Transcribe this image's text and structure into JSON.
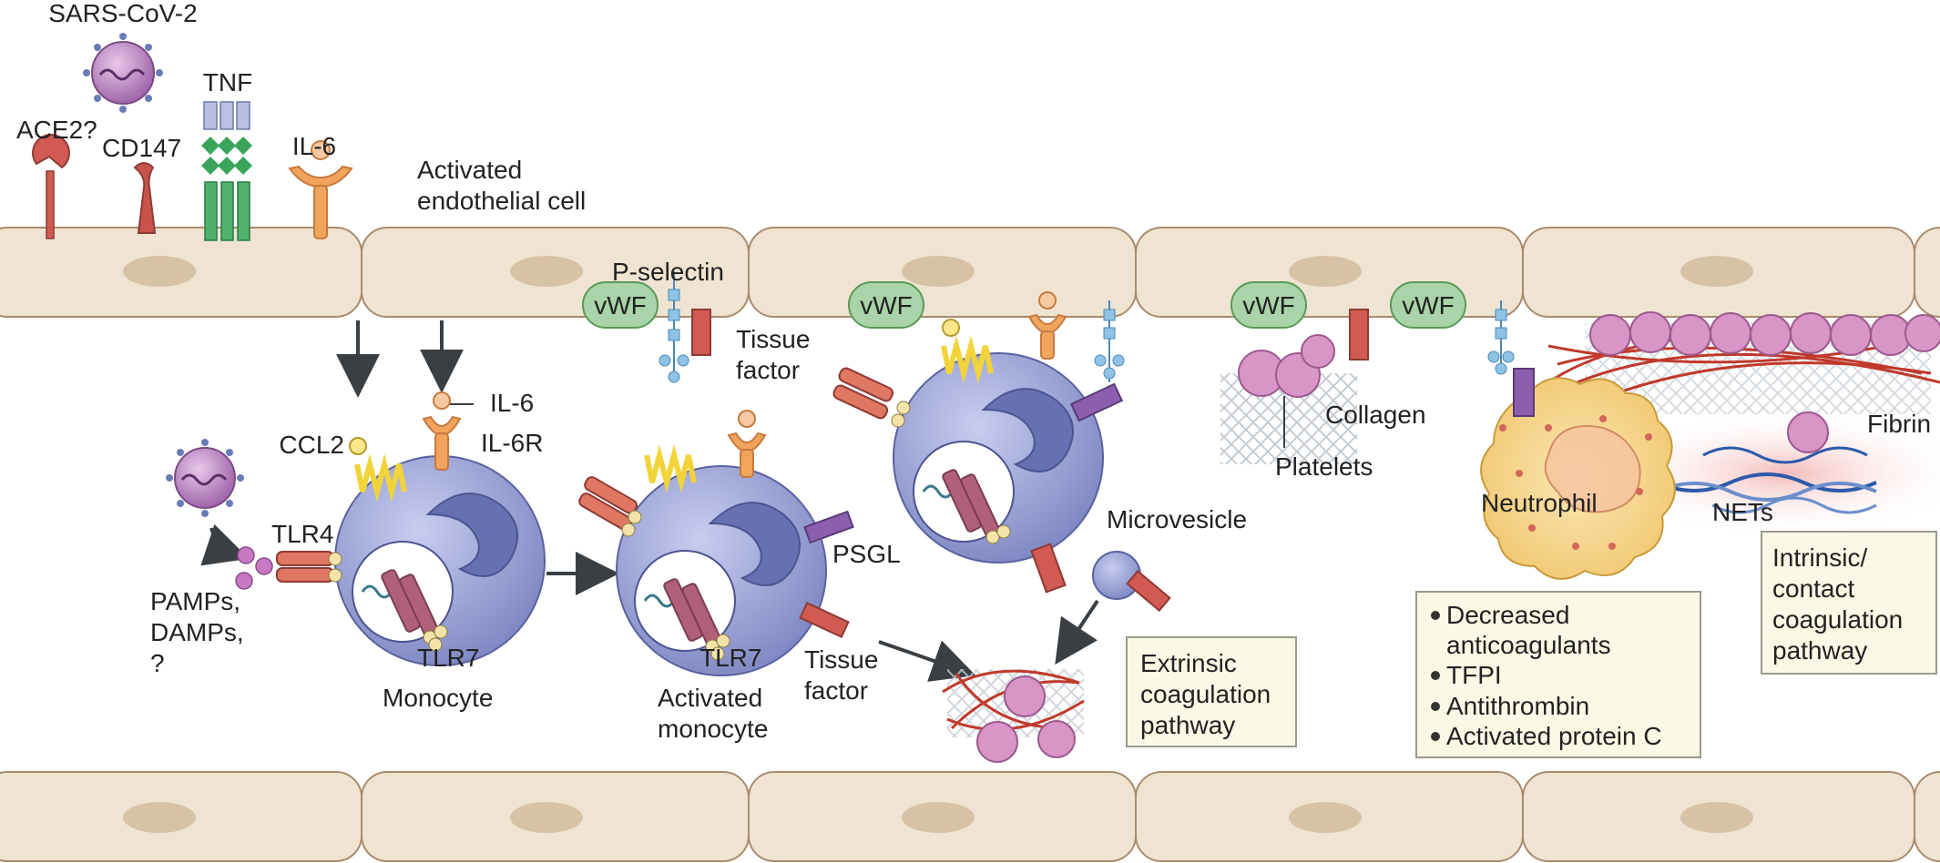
{
  "labels": {
    "virus": "SARS-CoV-2",
    "ace2": "ACE2?",
    "cd147": "CD147",
    "tnf": "TNF",
    "il6_top": "IL-6",
    "activated_endothelial_line1": "Activated",
    "activated_endothelial_line2": "endothelial cell",
    "p_selectin": "P-selectin",
    "vwf": "vWF",
    "tissue_factor_top_line1": "Tissue",
    "tissue_factor_top_line2": "factor",
    "il6": "IL-6",
    "il6r": "IL-6R",
    "ccl2": "CCL2",
    "tlr4": "TLR4",
    "tlr7": "TLR7",
    "pamps_line1": "PAMPs,",
    "pamps_line2": "DAMPs,",
    "pamps_line3": "?",
    "monocyte": "Monocyte",
    "activated_monocyte_line1": "Activated",
    "activated_monocyte_line2": "monocyte",
    "psgl": "PSGL",
    "tissue_factor_bottom_line1": "Tissue",
    "tissue_factor_bottom_line2": "factor",
    "microvesicle": "Microvesicle",
    "collagen": "Collagen",
    "platelets": "Platelets",
    "neutrophil": "Neutrophil",
    "nets": "NETs",
    "fibrin": "Fibrin"
  },
  "boxes": {
    "extrinsic": [
      "Extrinsic",
      "coagulation",
      "pathway"
    ],
    "intrinsic": [
      "Intrinsic/",
      "contact",
      "coagulation",
      "pathway"
    ],
    "anticoag": [
      "Decreased",
      "anticoagulants",
      "TFPI",
      "Antithrombin",
      "Activated protein C"
    ]
  },
  "colors": {
    "endothelium": "#efe4d2",
    "nucleus": "#d6c3a5",
    "monocyte": "#8a93c8",
    "vwf": "#a9d3a8",
    "tissue_factor": "#d15a52",
    "platelet": "#d994c8",
    "neutrophil": "#f6d58c",
    "fibrin": "#c0392b",
    "box_fill": "#fcf8e6"
  }
}
